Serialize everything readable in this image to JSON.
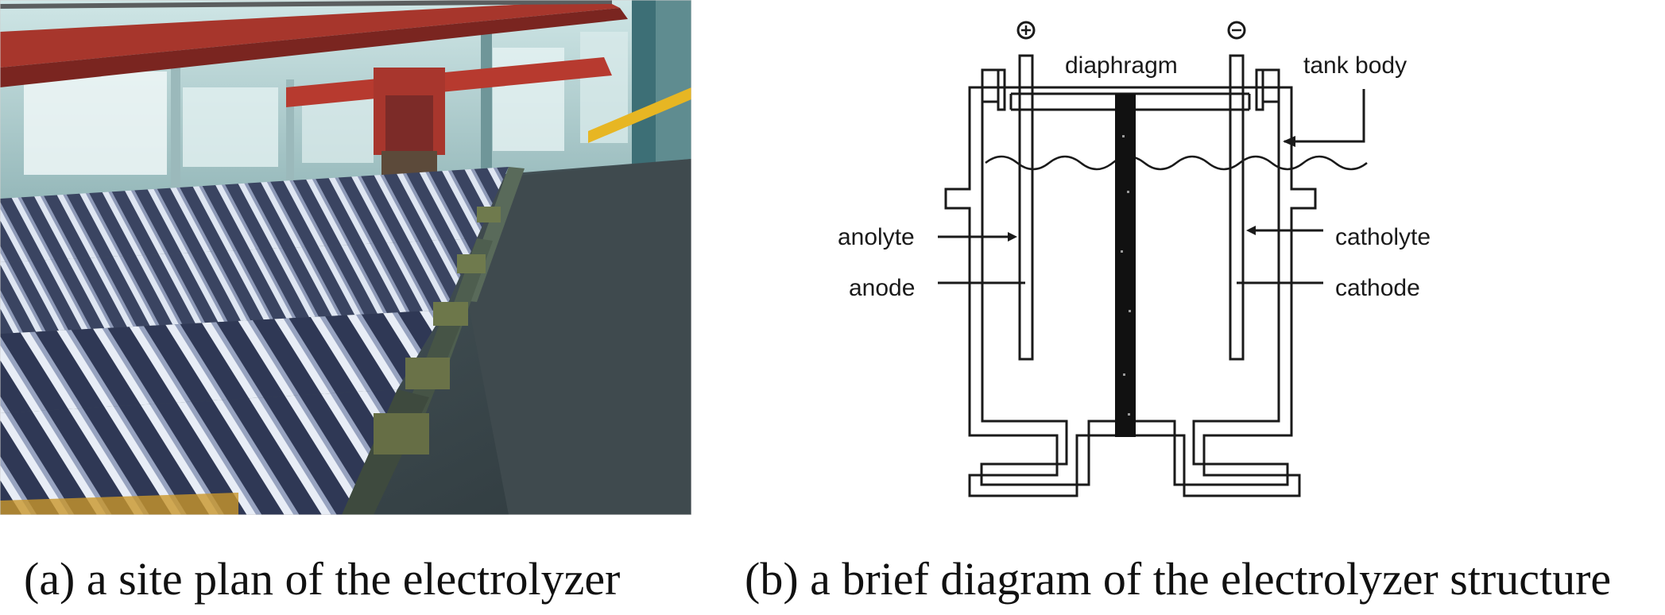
{
  "figure": {
    "panel_a": {
      "caption": "(a) a site plan of the electrolyzer"
    },
    "panel_b": {
      "caption": "(b) a brief diagram of the electrolyzer structure",
      "labels": {
        "plus": "+",
        "minus": "−",
        "diaphragm": "diaphragm",
        "tank_body": "tank body",
        "anolyte": "anolyte",
        "anode": "anode",
        "catholyte": "catholyte",
        "cathode": "cathode"
      }
    }
  }
}
